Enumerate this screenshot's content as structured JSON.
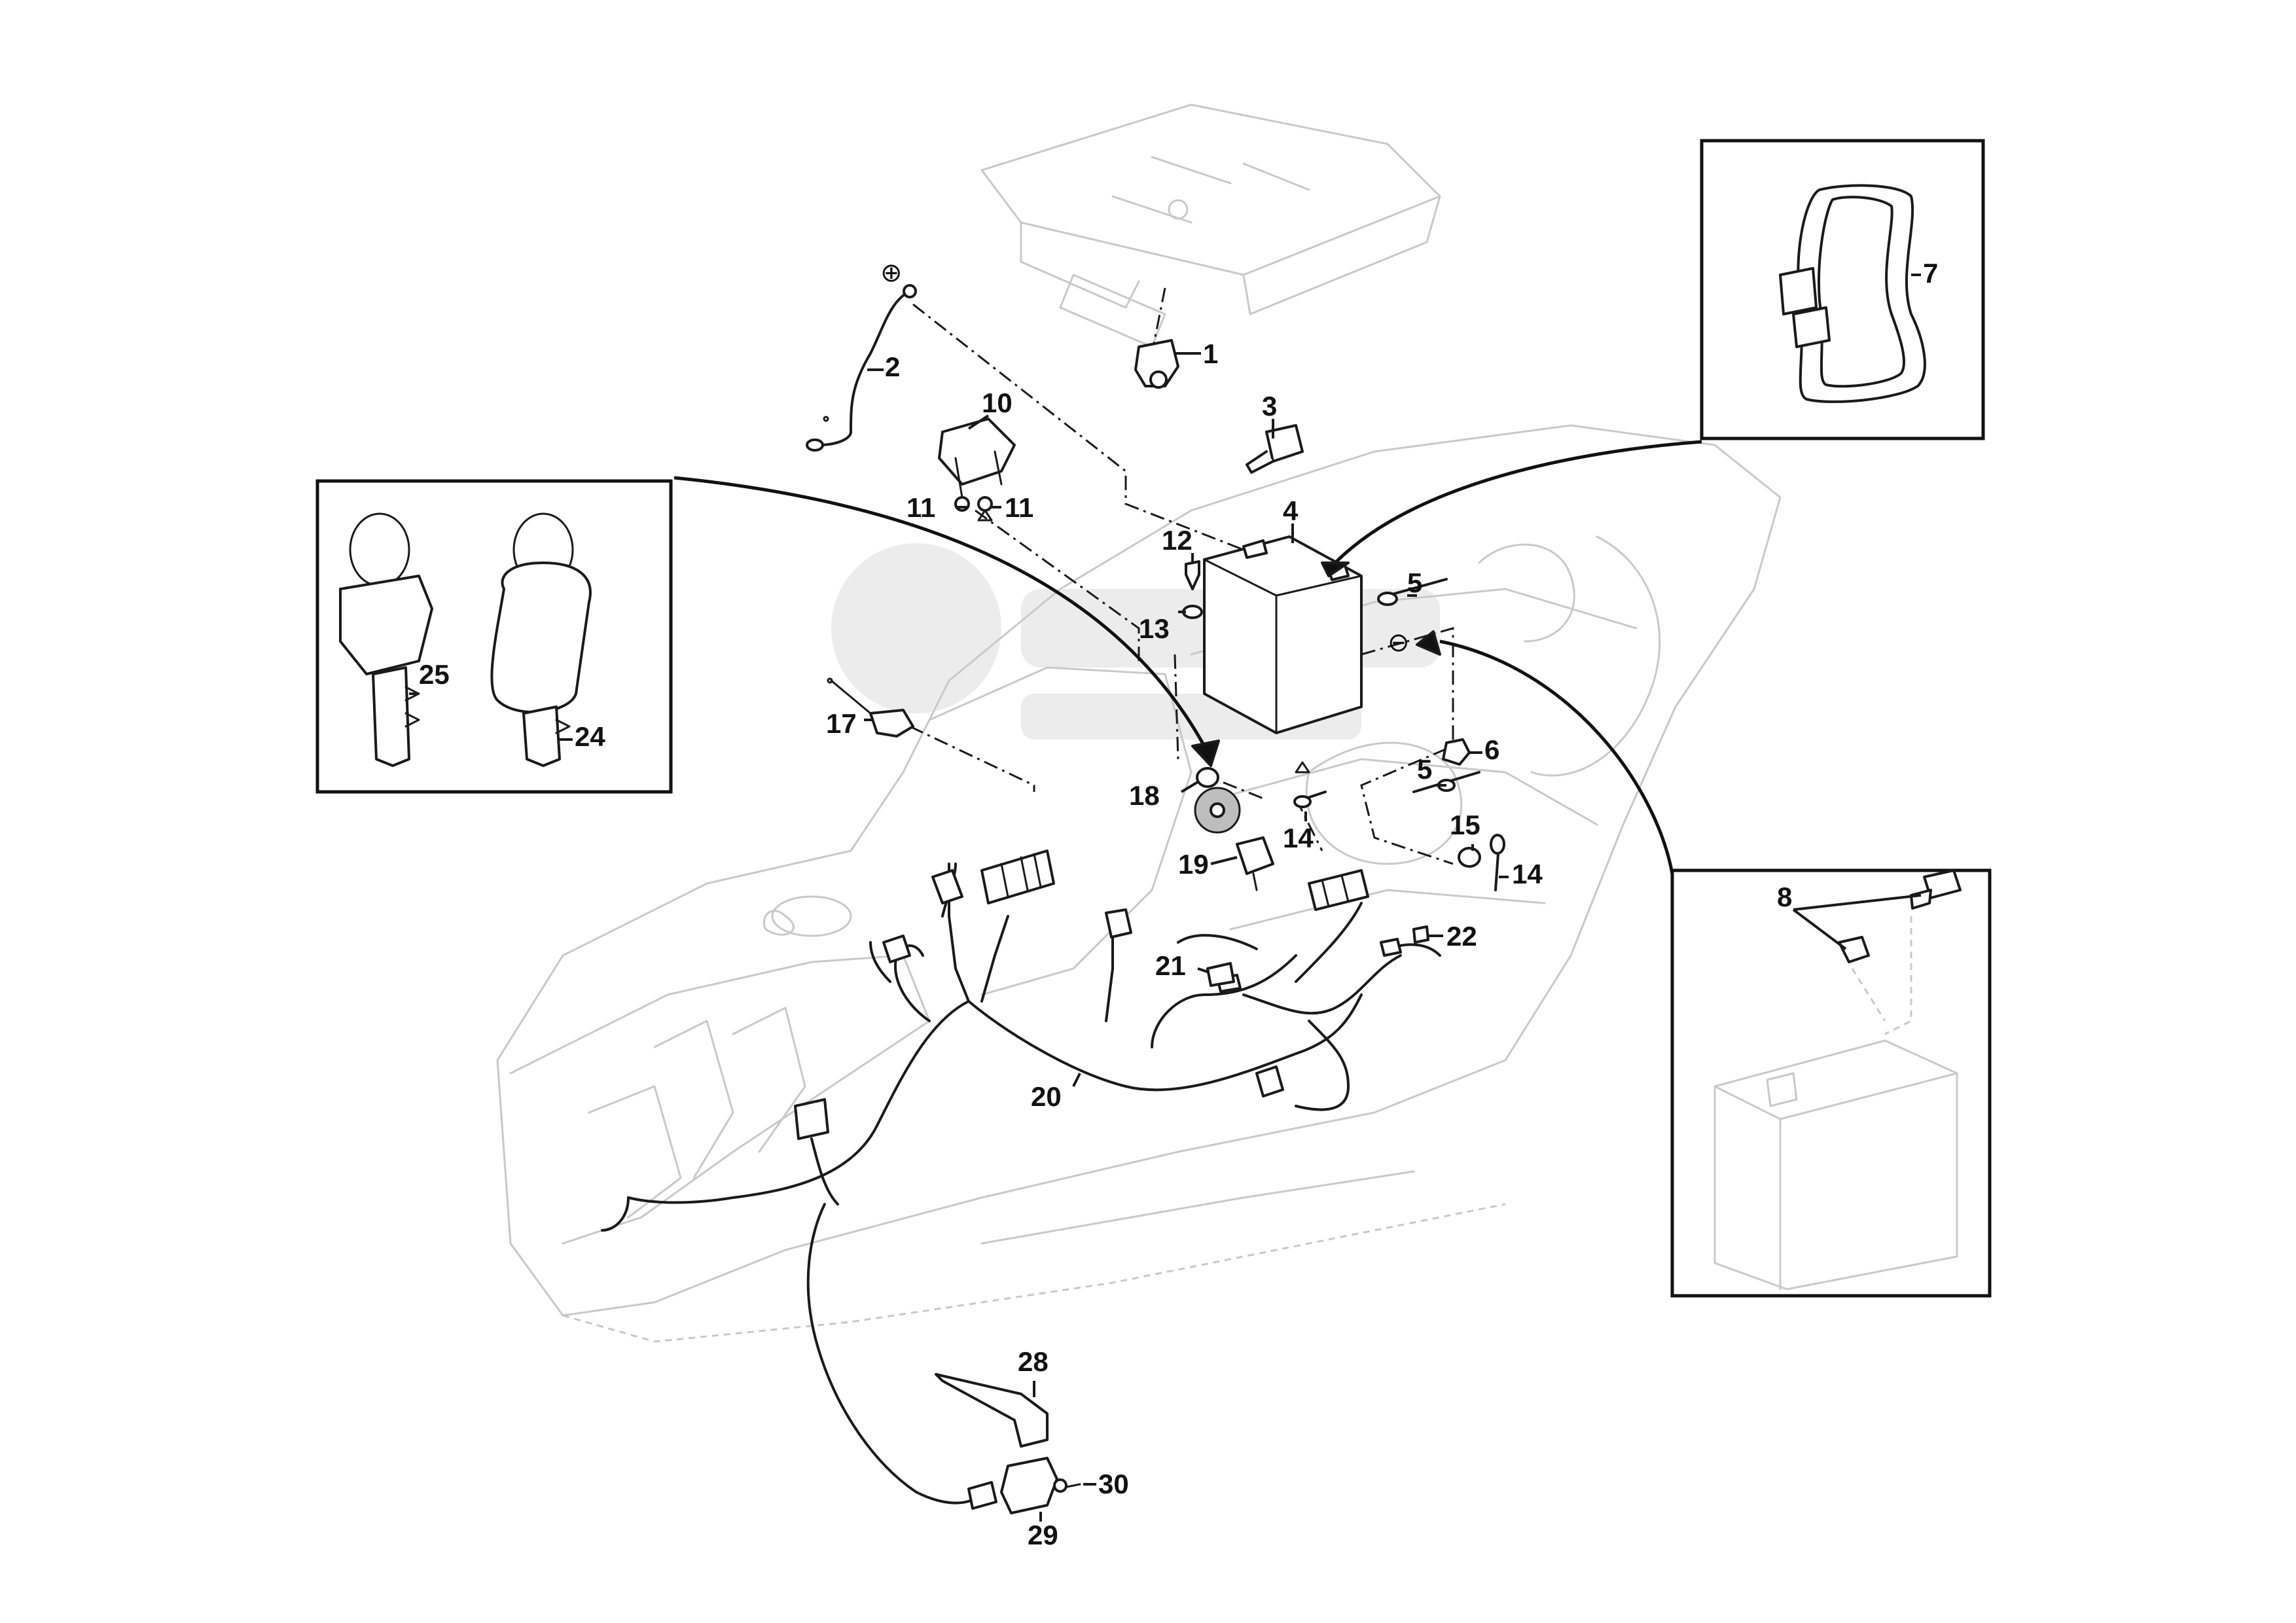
{
  "diagram": {
    "callouts": {
      "c1": "1",
      "c2": "2",
      "c3": "3",
      "c4": "4",
      "c5a": "5",
      "c5b": "5",
      "c6": "6",
      "c7": "7",
      "c8": "8",
      "c10": "10",
      "c11a": "11",
      "c11b": "11",
      "c12": "12",
      "c13": "13",
      "c14a": "14",
      "c14b": "14",
      "c15": "15",
      "c17": "17",
      "c18": "18",
      "c19": "19",
      "c20": "20",
      "c21": "21",
      "c22": "22",
      "c24": "24",
      "c25": "25",
      "c28": "28",
      "c29": "29",
      "c30": "30"
    },
    "symbols": {
      "positive": "⊕",
      "negative": "⊖"
    },
    "colors": {
      "line": "#1a1a1a",
      "ghost": "#c9c9c9",
      "background": "#ffffff"
    }
  }
}
